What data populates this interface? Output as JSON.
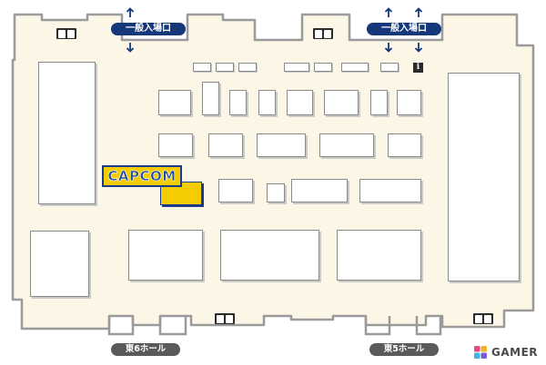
{
  "map": {
    "exhibitor_label": "CAPCOM",
    "entrances": [
      "一般入場口",
      "一般入場口"
    ],
    "halls": [
      "東6ホール",
      "東5ホール"
    ],
    "info_symbol": "i",
    "watermark": "GAMER"
  },
  "colors": {
    "floor": "#fbf6e6",
    "wall": "#9a9a9a",
    "entrance_badge": "#15387a",
    "hall_badge": "#5a5a5a",
    "capcom_booth": "#f4cc00",
    "capcom_text": "#1f4d9e"
  },
  "icons": [
    "up-arrow-icon",
    "down-arrow-icon",
    "restroom-icon",
    "information-icon",
    "gamer-logo-icon"
  ]
}
